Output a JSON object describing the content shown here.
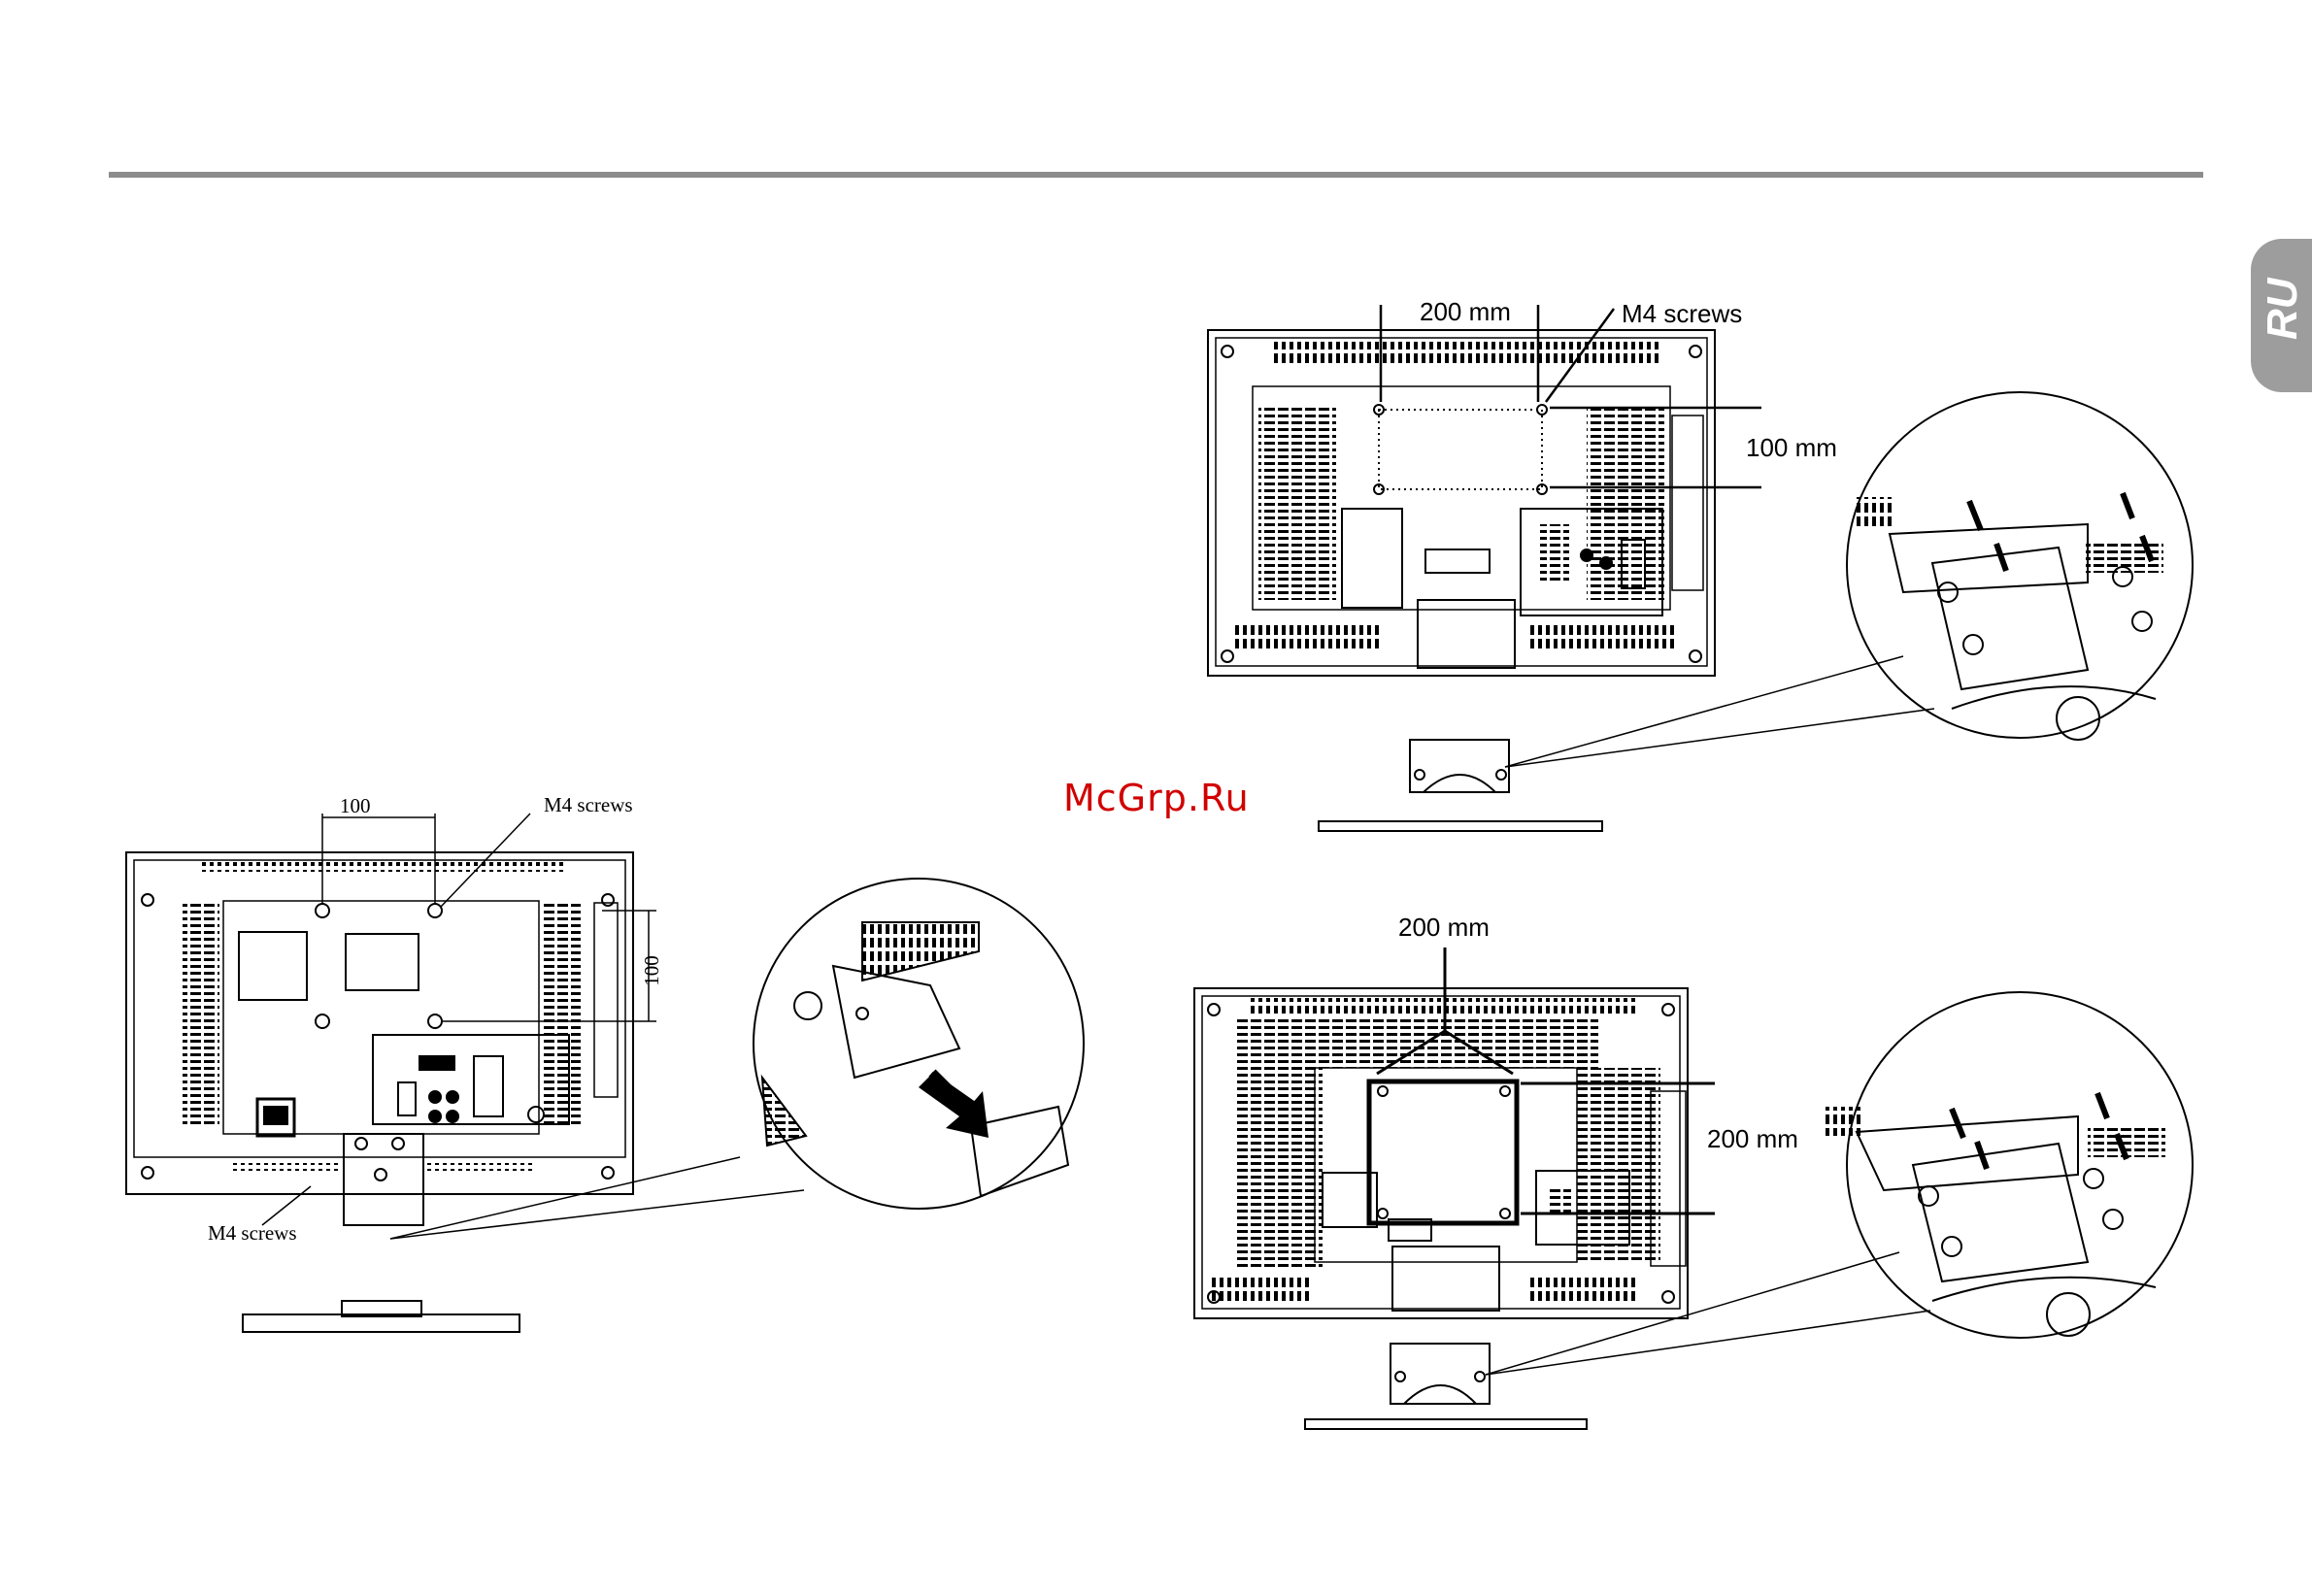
{
  "header": {
    "language_tab": "RU"
  },
  "watermark": {
    "text": "McGrp.Ru"
  },
  "figure_small": {
    "dim_horizontal": "100",
    "dim_vertical": "100",
    "label_screws_top": "M4 screws",
    "label_screws_bottom": "M4 screws"
  },
  "figure_top_right": {
    "dim_horizontal": "200 mm",
    "dim_vertical": "100 mm",
    "label_screws": "M4 screws"
  },
  "figure_bottom_right": {
    "dim_horizontal": "200 mm",
    "dim_vertical": "200 mm"
  }
}
